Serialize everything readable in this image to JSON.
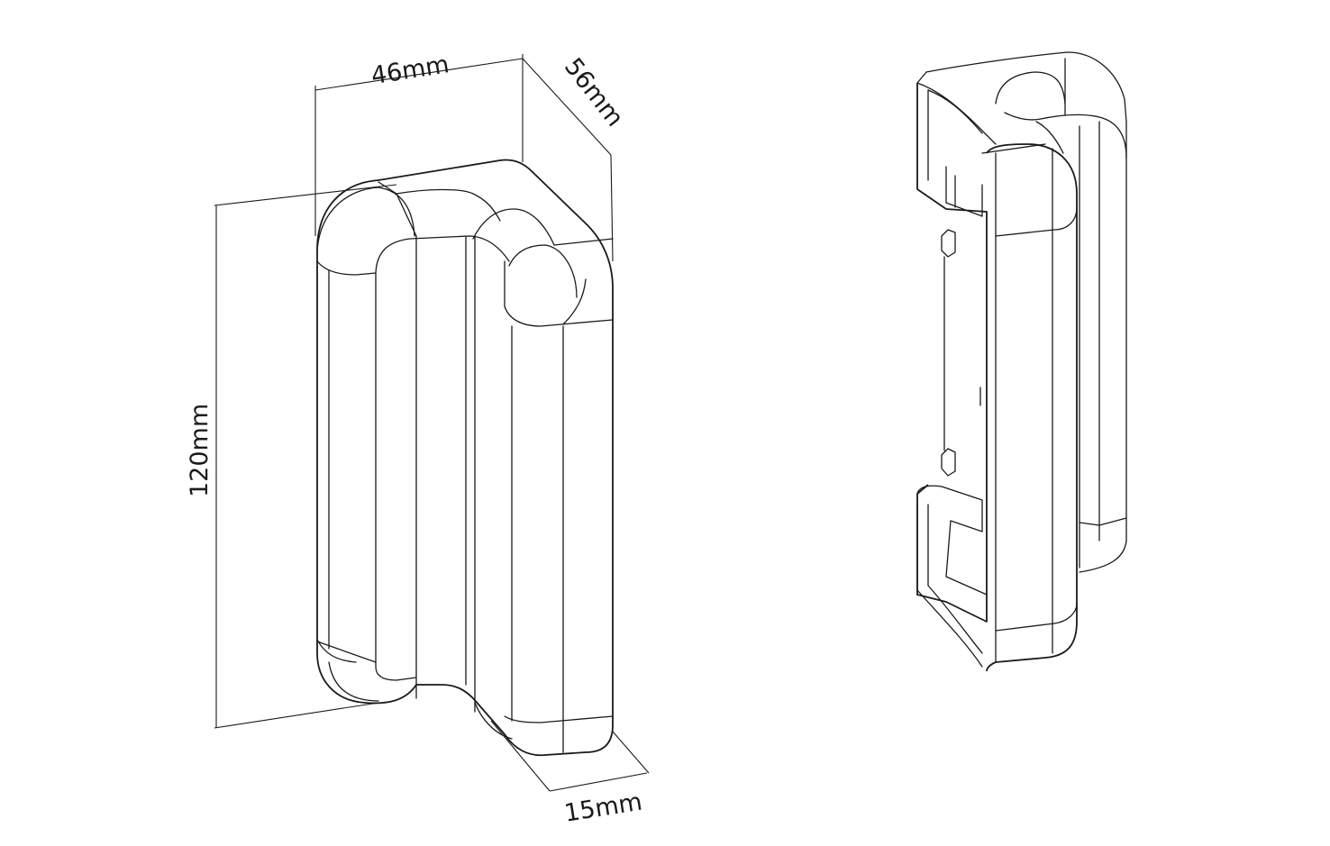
{
  "dimensions": {
    "width_label": "46mm",
    "depth_label": "56mm",
    "height_label": "120mm",
    "thickness_label": "15mm"
  },
  "colors": {
    "line": "#1a1a1a",
    "background": "#ffffff"
  }
}
